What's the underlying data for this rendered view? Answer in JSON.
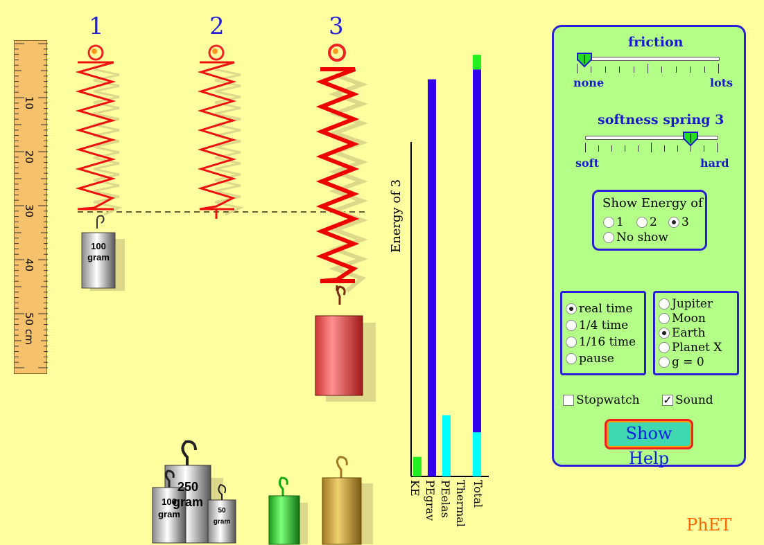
{
  "springs": {
    "labels": [
      "1",
      "2",
      "3"
    ]
  },
  "ruler": {
    "ticks": [
      "10",
      "20",
      "30",
      "40",
      "50 cm"
    ]
  },
  "masses": {
    "hanging": {
      "line1": "100",
      "line2": "gram"
    },
    "tray_100": {
      "line1": "100",
      "line2": "gram"
    },
    "tray_250": {
      "line1": "250",
      "line2": "gram"
    },
    "tray_50": {
      "line1": "50",
      "line2": "gram"
    }
  },
  "energy": {
    "title": "Energy of 3",
    "bars": [
      {
        "label": "KE",
        "value": 0.08,
        "color": "#22ee22"
      },
      {
        "label": "PEgrav",
        "value": 1.62,
        "color": "#3300ee"
      },
      {
        "label": "PEelas",
        "value": 0.25,
        "color": "#00ffff"
      },
      {
        "label": "Thermal",
        "value": 0.0,
        "color": "#ff0000"
      },
      {
        "label": "Total",
        "segments": [
          {
            "value": 0.18,
            "color": "#00ffff"
          },
          {
            "value": 1.48,
            "color": "#3300ee"
          },
          {
            "value": 0.06,
            "color": "#22ee22"
          }
        ]
      }
    ]
  },
  "controls": {
    "friction": {
      "title": "friction",
      "min_label": "none",
      "max_label": "lots",
      "value": 0.0
    },
    "softness": {
      "title": "softness spring 3",
      "min_label": "soft",
      "max_label": "hard",
      "value": 0.8
    },
    "show_energy": {
      "title": "Show Energy of",
      "options": [
        "1",
        "2",
        "3"
      ],
      "no_show": "No show",
      "selected": "3"
    },
    "time": {
      "options": [
        "real time",
        "1/4 time",
        "1/16 time",
        "pause"
      ],
      "selected": "real time"
    },
    "gravity": {
      "options": [
        "Jupiter",
        "Moon",
        "Earth",
        "Planet X",
        "g = 0"
      ],
      "selected": "Earth"
    },
    "stopwatch": {
      "label": "Stopwatch",
      "checked": false
    },
    "sound": {
      "label": "Sound",
      "checked": true
    },
    "help_button": "Show Help"
  },
  "brand": "PhET"
}
